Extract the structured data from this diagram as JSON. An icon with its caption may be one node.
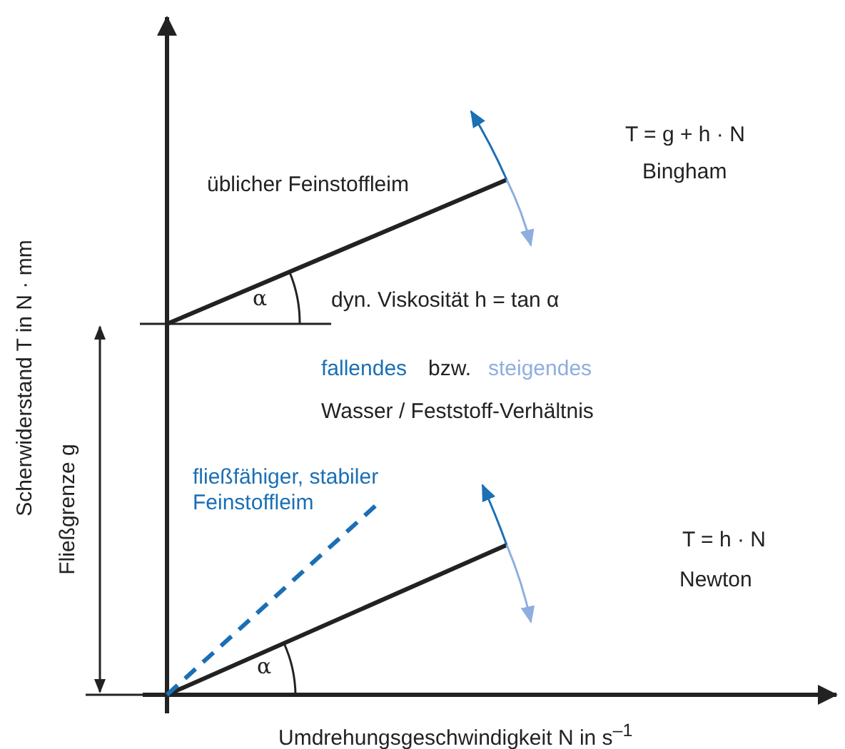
{
  "diagram": {
    "labels": [
      "üblicher Feinstoffleim",
      "T = g + h · N",
      "Bingham",
      "α",
      "dyn. Viskosität h = tan α",
      "fallendes",
      "bzw.",
      "steigendes",
      "Wasser / Feststoff-Verhältnis",
      "Scherwiderstand T in N · mm",
      "fließfähiger, stabiler Feinstoffleim",
      "Fließgrenze g",
      "T = h · N",
      "Newton",
      "α",
      "Umdrehungsgeschwindigkeit N in s$^{–1}$"
    ]
  }
}
